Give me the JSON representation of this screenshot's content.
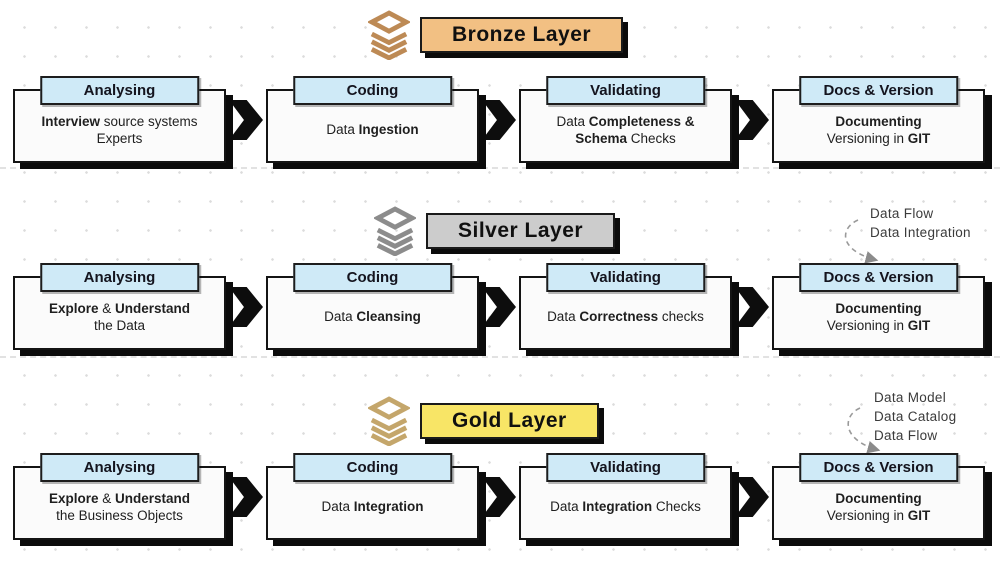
{
  "colors": {
    "step_tab_bg": "#cfeaf7",
    "box_bg": "#fbfbfb",
    "box_border": "#141414",
    "shadow": "#0b0b0b",
    "arrow_chevron": "#0d0d0d",
    "bronze_label_bg": "#f2c083",
    "bronze_icon": "#bd8a55",
    "silver_label_bg": "#cccccc",
    "silver_icon": "#8c8c8c",
    "gold_label_bg": "#f8e566",
    "gold_icon": "#c4a66b",
    "annotation_text": "#3b3b3b",
    "annotation_arrow": "#9a9a9a"
  },
  "layers": [
    {
      "name": "bronze",
      "title": "Bronze Layer",
      "label_bg": "#f2c083",
      "icon_color": "#bd8a55",
      "steps": [
        {
          "header": "Analysing",
          "lines": [
            [
              {
                "text": "Interview",
                "bold": true
              },
              {
                "text": " source systems",
                "bold": false
              }
            ],
            [
              {
                "text": "Experts",
                "bold": false
              }
            ]
          ]
        },
        {
          "header": "Coding",
          "lines": [
            [
              {
                "text": "Data ",
                "bold": false
              },
              {
                "text": "Ingestion",
                "bold": true
              }
            ]
          ]
        },
        {
          "header": "Validating",
          "lines": [
            [
              {
                "text": "Data ",
                "bold": false
              },
              {
                "text": "Completeness &",
                "bold": true
              }
            ],
            [
              {
                "text": "Schema",
                "bold": true
              },
              {
                "text": " Checks",
                "bold": false
              }
            ]
          ]
        },
        {
          "header": "Docs & Version",
          "lines": [
            [
              {
                "text": "Documenting",
                "bold": true
              }
            ],
            [
              {
                "text": "Versioning in ",
                "bold": false
              },
              {
                "text": "GIT",
                "bold": true
              }
            ]
          ]
        }
      ]
    },
    {
      "name": "silver",
      "title": "Silver Layer",
      "label_bg": "#cccccc",
      "icon_color": "#8c8c8c",
      "annotation": {
        "lines": [
          "Data Flow",
          "Data Integration"
        ]
      },
      "steps": [
        {
          "header": "Analysing",
          "lines": [
            [
              {
                "text": "Explore",
                "bold": true
              },
              {
                "text": " & ",
                "bold": false
              },
              {
                "text": "Understand",
                "bold": true
              }
            ],
            [
              {
                "text": "the Data",
                "bold": false
              }
            ]
          ]
        },
        {
          "header": "Coding",
          "lines": [
            [
              {
                "text": "Data ",
                "bold": false
              },
              {
                "text": "Cleansing",
                "bold": true
              }
            ]
          ]
        },
        {
          "header": "Validating",
          "lines": [
            [
              {
                "text": "Data ",
                "bold": false
              },
              {
                "text": "Correctness",
                "bold": true
              },
              {
                "text": " checks",
                "bold": false
              }
            ]
          ]
        },
        {
          "header": "Docs & Version",
          "lines": [
            [
              {
                "text": "Documenting",
                "bold": true
              }
            ],
            [
              {
                "text": "Versioning in ",
                "bold": false
              },
              {
                "text": "GIT",
                "bold": true
              }
            ]
          ]
        }
      ]
    },
    {
      "name": "gold",
      "title": "Gold Layer",
      "label_bg": "#f8e566",
      "icon_color": "#c4a66b",
      "annotation": {
        "lines": [
          "Data Model",
          "Data Catalog",
          "Data Flow"
        ]
      },
      "steps": [
        {
          "header": "Analysing",
          "lines": [
            [
              {
                "text": "Explore",
                "bold": true
              },
              {
                "text": " & ",
                "bold": false
              },
              {
                "text": "Understand",
                "bold": true
              }
            ],
            [
              {
                "text": "the Business Objects",
                "bold": false
              }
            ]
          ]
        },
        {
          "header": "Coding",
          "lines": [
            [
              {
                "text": "Data ",
                "bold": false
              },
              {
                "text": "Integration",
                "bold": true
              }
            ]
          ]
        },
        {
          "header": "Validating",
          "lines": [
            [
              {
                "text": "Data ",
                "bold": false
              },
              {
                "text": "Integration",
                "bold": true
              },
              {
                "text": " Checks",
                "bold": false
              }
            ]
          ]
        },
        {
          "header": "Docs & Version",
          "lines": [
            [
              {
                "text": "Documenting",
                "bold": true
              }
            ],
            [
              {
                "text": "Versioning in ",
                "bold": false
              },
              {
                "text": "GIT",
                "bold": true
              }
            ]
          ]
        }
      ]
    }
  ]
}
